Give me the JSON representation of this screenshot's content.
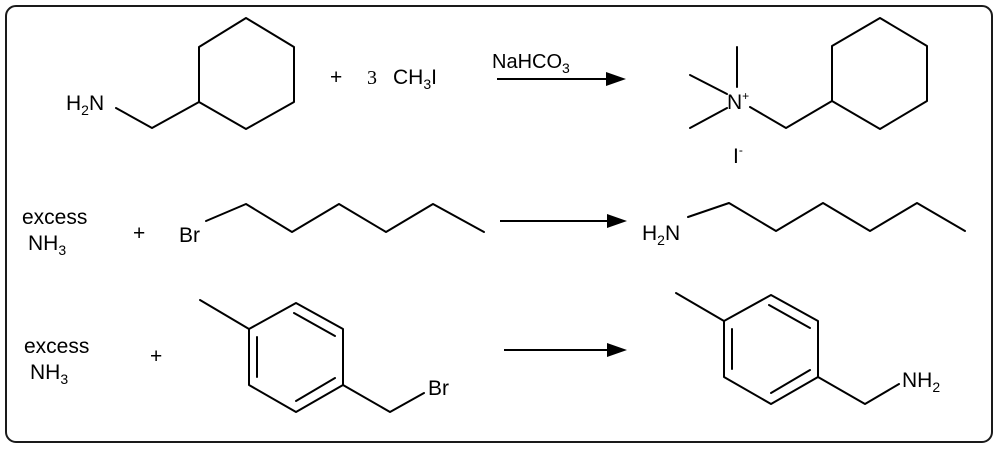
{
  "reactions": [
    {
      "reactant_left": {
        "amine_prefix": "H",
        "amine_sub": "2",
        "amine_suffix": "N"
      },
      "plus": "+",
      "coefficient": "3",
      "reagent": {
        "prefix": "CH",
        "sub": "3",
        "suffix": "I"
      },
      "conditions": {
        "prefix": "NaHCO",
        "sub": "3"
      },
      "product": {
        "cation": "N",
        "charge": "+",
        "counterion": "I",
        "counterion_charge": "-"
      }
    },
    {
      "reactant_left": {
        "line1": "excess",
        "line2_prefix": "NH",
        "line2_sub": "3"
      },
      "plus": "+",
      "halide": "Br",
      "product": {
        "amine_prefix": "H",
        "amine_sub": "2",
        "amine_suffix": "N"
      }
    },
    {
      "reactant_left": {
        "line1": "excess",
        "line2_prefix": "NH",
        "line2_sub": "3"
      },
      "plus": "+",
      "halide": "Br",
      "product": {
        "amine_prefix": "NH",
        "amine_sub": "2"
      }
    }
  ]
}
